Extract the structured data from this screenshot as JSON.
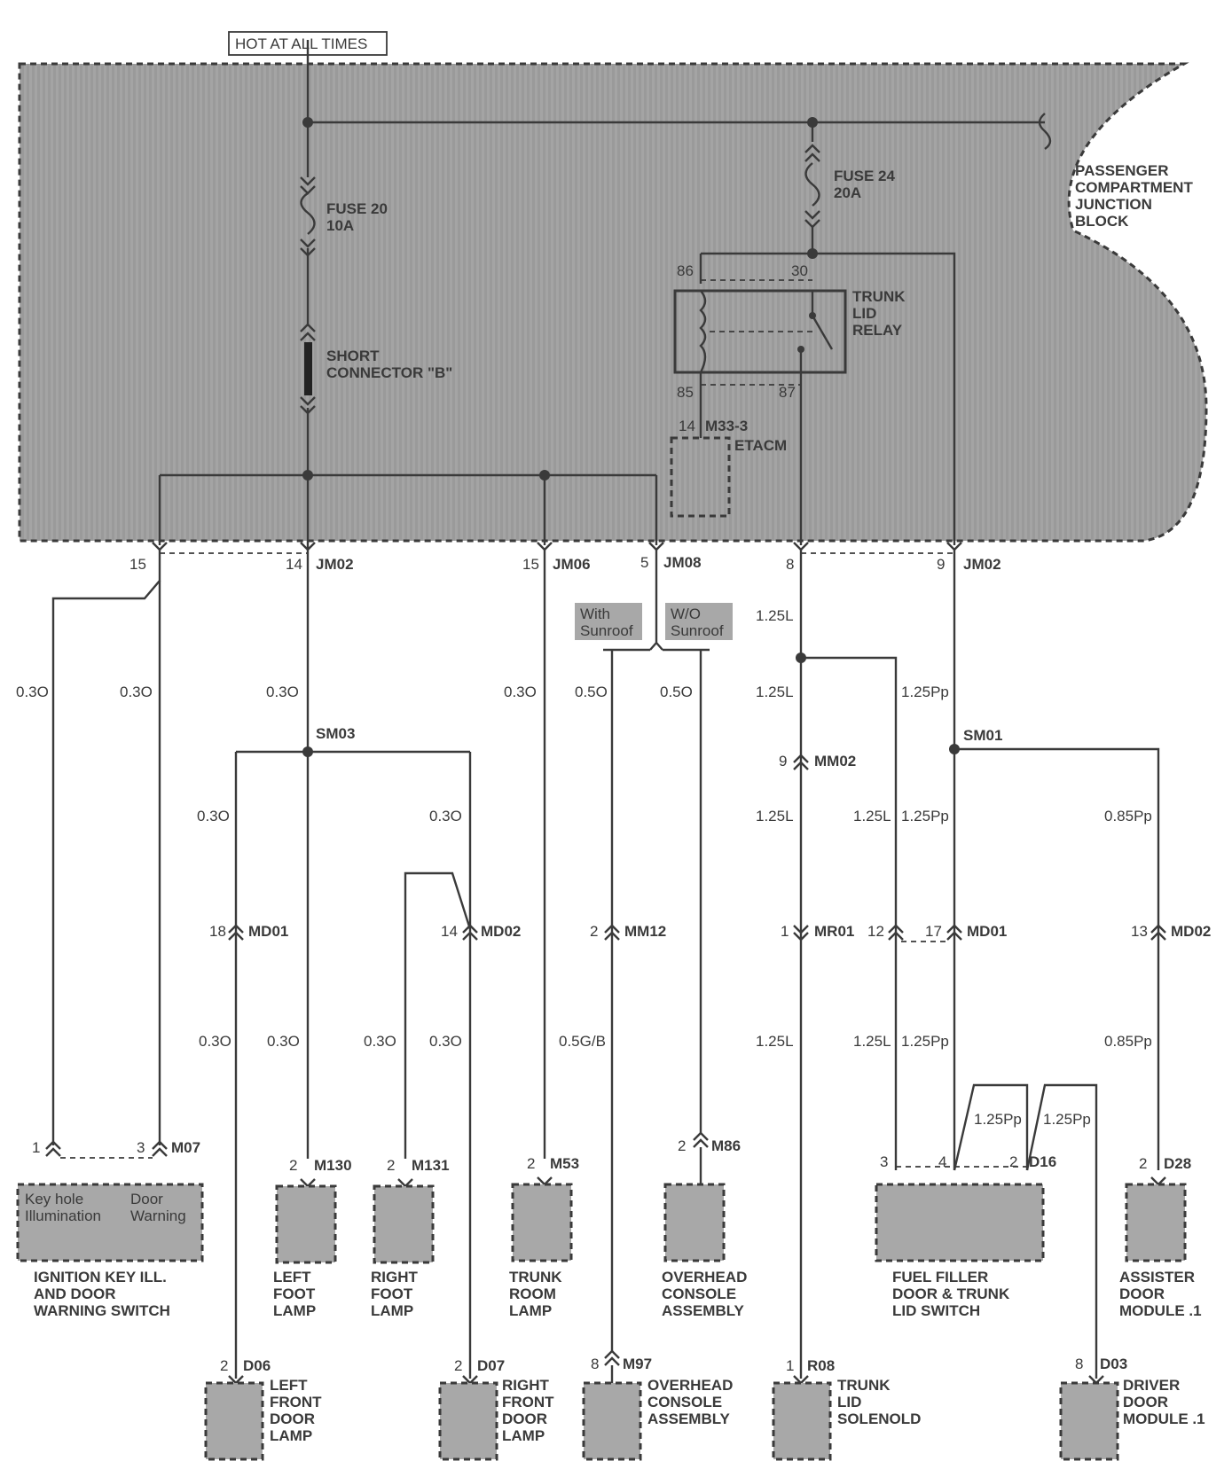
{
  "header": {
    "hot_at_all_times": "HOT AT ALL TIMES"
  },
  "junction_block": {
    "name": [
      "PASSENGER",
      "COMPARTMENT",
      "JUNCTION",
      "BLOCK"
    ]
  },
  "fuses": [
    {
      "name": "FUSE 20",
      "rating": "10A"
    },
    {
      "name": "FUSE 24",
      "rating": "20A"
    }
  ],
  "short_connector": [
    "SHORT",
    "CONNECTOR \"B\""
  ],
  "relay": {
    "name": [
      "TRUNK",
      "LID",
      "RELAY"
    ],
    "pins": [
      "86",
      "30",
      "85",
      "87"
    ]
  },
  "etacm": {
    "pin": "14",
    "connector": "M33-3",
    "name": "ETACM"
  },
  "jb_outputs": [
    {
      "pin": "15",
      "connector": ""
    },
    {
      "pin": "14",
      "connector": "JM02"
    },
    {
      "pin": "15",
      "connector": "JM06"
    },
    {
      "pin": "5",
      "connector": "JM08"
    },
    {
      "pin": "8",
      "connector": ""
    },
    {
      "pin": "9",
      "connector": "JM02"
    }
  ],
  "options": {
    "with_sunroof": [
      "With",
      "Sunroof"
    ],
    "wo_sunroof": [
      "W/O",
      "Sunroof"
    ]
  },
  "splices": [
    "SM03",
    "SM01"
  ],
  "wire_labels": {
    "w1": "0.3O",
    "w2": "0.3O",
    "w3": "0.3O",
    "w4": "0.3O",
    "w5": "0.5O",
    "w6": "0.5O",
    "w7": "1.25L",
    "w8": "1.25L",
    "w9": "1.25Pp",
    "w10": "0.3O",
    "w11": "0.3O",
    "w12": "1.25L",
    "w13": "1.25L",
    "w14": "1.25Pp",
    "w15": "0.85Pp",
    "w16": "0.3O",
    "w17": "0.3O",
    "w18": "0.3O",
    "w19": "0.3O",
    "w20": "0.5G/B",
    "w21": "1.25L",
    "w22": "1.25L",
    "w23": "1.25Pp",
    "w24": "0.85Pp",
    "w25": "1.25Pp",
    "w26": "1.25Pp"
  },
  "inline_connectors": {
    "mm02": {
      "pin": "9",
      "name": "MM02"
    },
    "md01_left": {
      "pin": "18",
      "name": "MD01"
    },
    "md02_left": {
      "pin": "14",
      "name": "MD02"
    },
    "mm12": {
      "pin": "2",
      "name": "MM12"
    },
    "mr01": {
      "pin": "1",
      "name": "MR01"
    },
    "md01_right": {
      "pin_a": "12",
      "pin_b": "17",
      "name": "MD01"
    },
    "md02_right": {
      "pin": "13",
      "name": "MD02"
    }
  },
  "components": {
    "ignition_switch": {
      "pins": [
        "1",
        "3"
      ],
      "connector": "M07",
      "inner": [
        "Key hole",
        "Illumination"
      ],
      "inner2": [
        "Door",
        "Warning"
      ],
      "name": [
        "IGNITION KEY ILL.",
        "AND DOOR",
        "WARNING SWITCH"
      ]
    },
    "left_foot_lamp": {
      "pin": "2",
      "connector": "M130",
      "name": [
        "LEFT",
        "FOOT",
        "LAMP"
      ]
    },
    "right_foot_lamp": {
      "pin": "2",
      "connector": "M131",
      "name": [
        "RIGHT",
        "FOOT",
        "LAMP"
      ]
    },
    "trunk_room_lamp": {
      "pin": "2",
      "connector": "M53",
      "name": [
        "TRUNK",
        "ROOM",
        "LAMP"
      ]
    },
    "overhead_console_1": {
      "pin": "2",
      "connector": "M86",
      "name": [
        "OVERHEAD",
        "CONSOLE",
        "ASSEMBLY"
      ]
    },
    "fuel_filler_switch": {
      "pins": [
        "3",
        "4",
        "2"
      ],
      "connector": "D16",
      "name": [
        "FUEL FILLER",
        "DOOR & TRUNK",
        "LID SWITCH"
      ]
    },
    "assister_door_module": {
      "pin": "2",
      "connector": "D28",
      "name": [
        "ASSISTER",
        "DOOR",
        "MODULE .1"
      ]
    },
    "left_front_door_lamp": {
      "pin": "2",
      "connector": "D06",
      "name": [
        "LEFT",
        "FRONT",
        "DOOR",
        "LAMP"
      ]
    },
    "right_front_door_lamp": {
      "pin": "2",
      "connector": "D07",
      "name": [
        "RIGHT",
        "FRONT",
        "DOOR",
        "LAMP"
      ]
    },
    "overhead_console_2": {
      "pin": "8",
      "connector": "M97",
      "name": [
        "OVERHEAD",
        "CONSOLE",
        "ASSEMBLY"
      ]
    },
    "trunk_lid_solenoid": {
      "pin": "1",
      "connector": "R08",
      "name": [
        "TRUNK",
        "LID",
        "SOLENOLD"
      ]
    },
    "driver_door_module": {
      "pin": "8",
      "connector": "D03",
      "name": [
        "DRIVER",
        "DOOR",
        "MODULE .1"
      ]
    }
  }
}
